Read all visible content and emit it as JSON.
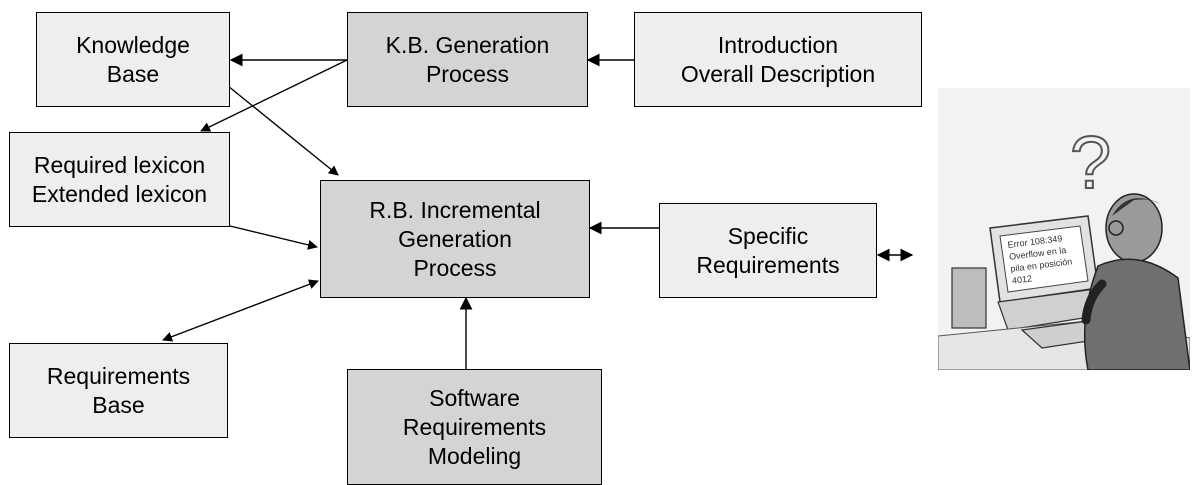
{
  "boxes": {
    "knowledge_base": [
      "Knowledge",
      "Base"
    ],
    "kb_generation": [
      "K.B. Generation",
      "Process"
    ],
    "introduction": [
      "Introduction",
      "Overall Description"
    ],
    "lexicon": [
      "Required lexicon",
      "Extended lexicon"
    ],
    "rb_incremental": [
      "R.B. Incremental",
      "Generation",
      "Process"
    ],
    "specific_requirements": [
      "Specific",
      "Requirements"
    ],
    "requirements_base": [
      "Requirements",
      "Base"
    ],
    "srs_modeling": [
      "Software",
      "Requirements",
      "Modeling"
    ]
  },
  "illustration": {
    "screen_text": [
      "Error 108:349",
      "Overflow en la",
      "pila en posición",
      "4012"
    ],
    "question_mark": "?"
  },
  "colors": {
    "light_box": "#eeeeee",
    "dark_box": "#d4d4d4",
    "stroke": "#000000"
  }
}
